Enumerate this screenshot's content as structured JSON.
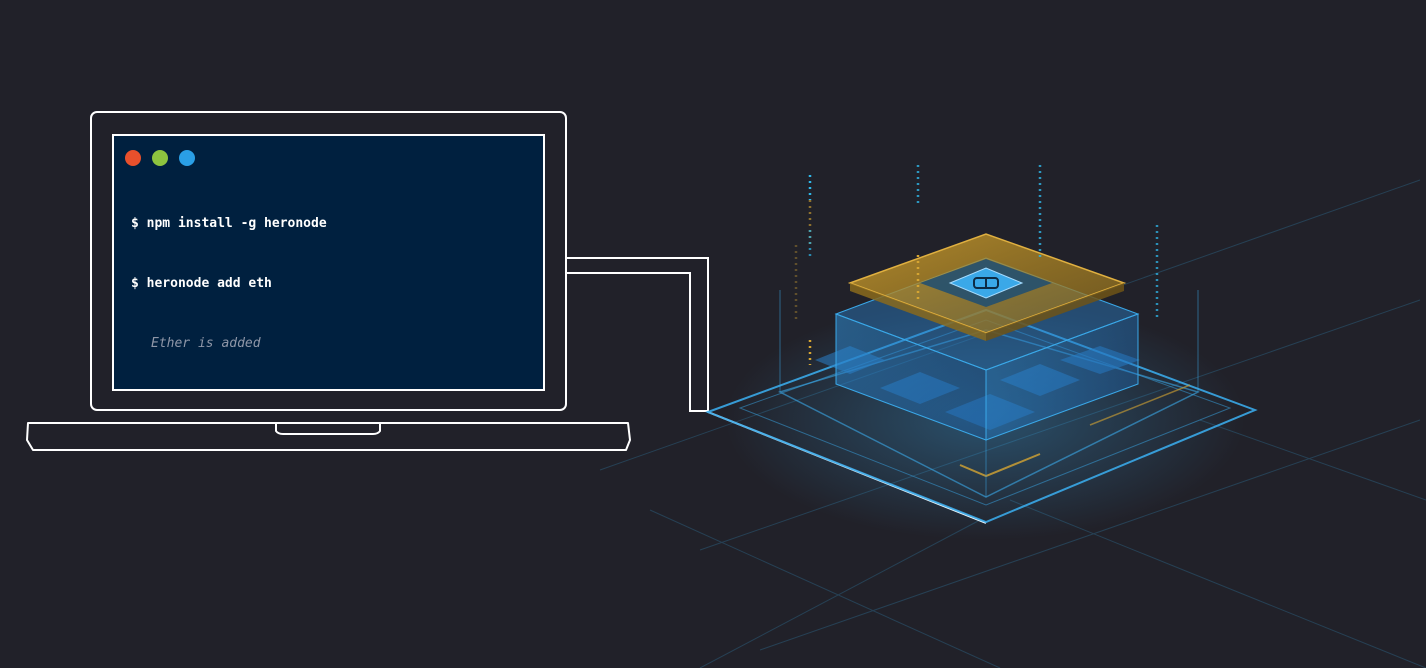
{
  "terminal": {
    "commands": [
      "$ npm install -g heronode",
      "$ heronode add eth"
    ],
    "output": "Ether is added",
    "window_controls": [
      "close-dot",
      "minimize-dot",
      "maximize-dot"
    ]
  },
  "colors": {
    "background": "#212129",
    "screen": "#00203f",
    "outline": "#ffffff",
    "dot_red": "#e8502c",
    "dot_green": "#8dc43f",
    "dot_blue": "#2a9fe6",
    "node_blue": "#3aa8e8",
    "node_gold": "#d6a532"
  },
  "node": {
    "logo_icon": "heronode-logo-icon"
  }
}
